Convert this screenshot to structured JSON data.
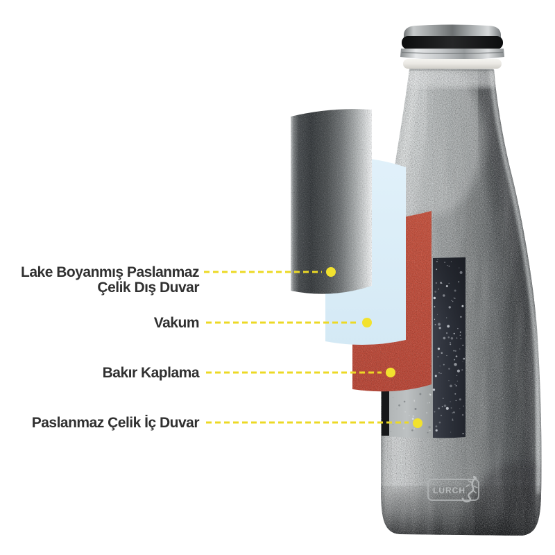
{
  "diagram": {
    "brand": "LURCH",
    "callouts": [
      {
        "label_line1": "Lake Boyanmış Paslanmaz",
        "label_line2": "Çelik Dış Duvar"
      },
      {
        "label": "Vakum"
      },
      {
        "label": "Bakır Kaplama"
      },
      {
        "label": "Paslanmaz Çelik İç Duvar"
      }
    ],
    "colors": {
      "accent_yellow": "#ecd925",
      "dot_yellow": "#f2e22e",
      "copper_red": "#c04a37",
      "vacuum_blue": "#dbeef8",
      "label_text": "#303030"
    }
  }
}
